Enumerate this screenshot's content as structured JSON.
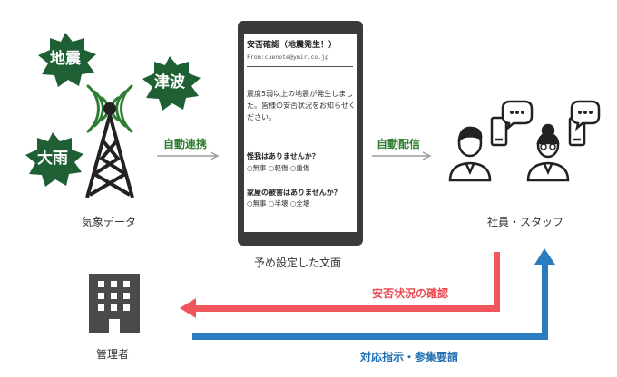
{
  "bursts": {
    "quake": "地震",
    "tsunami": "津波",
    "rain": "大雨"
  },
  "labels": {
    "weather_data": "気象データ",
    "auto_link": "自動連携",
    "auto_deliver": "自動配信",
    "preset_text": "予め設定した文面",
    "staff": "社員・スタッフ",
    "manager": "管理者",
    "safety_check": "安否状況の確認",
    "instructions": "対応指示・参集要請"
  },
  "phone": {
    "title": "安否確認（地震発生！）",
    "from": "From:cuenote@ymir.co.jp",
    "body": "震度5弱以上の地震が発生しました。皆様の安否状況をお知らせください。",
    "q1": "怪我はありませんか？",
    "q1_options": "○無事 ○軽傷 ○重傷",
    "q2": "家屋の被害はありませんか？",
    "q2_options": "○無事 ○半壊 ○全壊"
  },
  "colors": {
    "burst_green": "#1e5f33",
    "arrow_gray": "#9e9e9e",
    "red": "#f0565b",
    "blue": "#2a7bc0"
  }
}
